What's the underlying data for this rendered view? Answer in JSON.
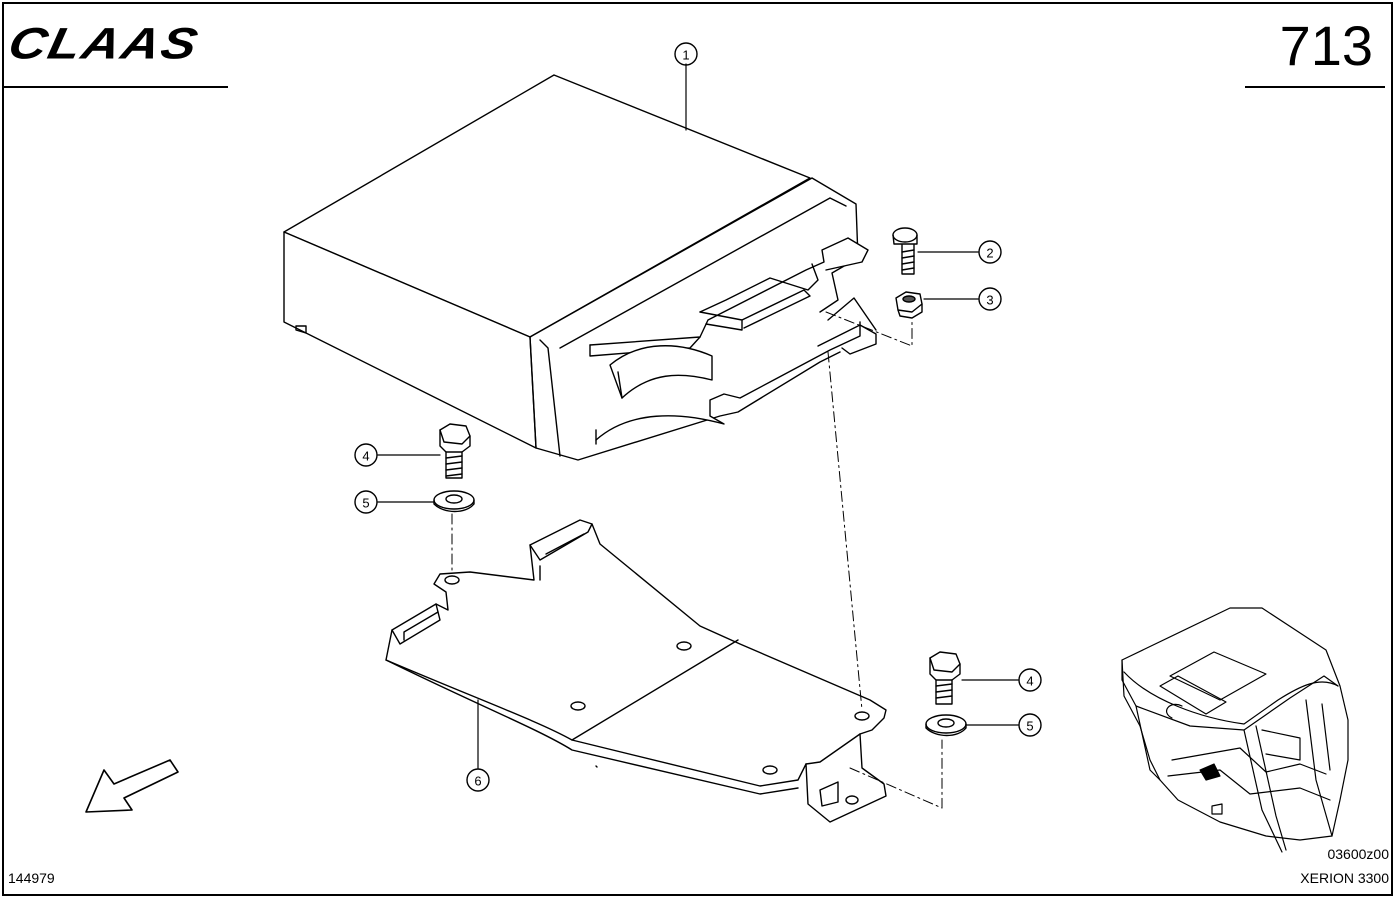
{
  "header": {
    "brand": "CLAAS",
    "page_number": "713"
  },
  "footer": {
    "drawing_number": "144979",
    "image_code": "03600z00",
    "model": "XERION 3300"
  },
  "callouts": [
    {
      "id": "c1",
      "number": "1"
    },
    {
      "id": "c2",
      "number": "2"
    },
    {
      "id": "c3",
      "number": "3"
    },
    {
      "id": "c4a",
      "number": "4"
    },
    {
      "id": "c5a",
      "number": "5"
    },
    {
      "id": "c4b",
      "number": "4"
    },
    {
      "id": "c5b",
      "number": "5"
    },
    {
      "id": "c6",
      "number": "6"
    }
  ]
}
